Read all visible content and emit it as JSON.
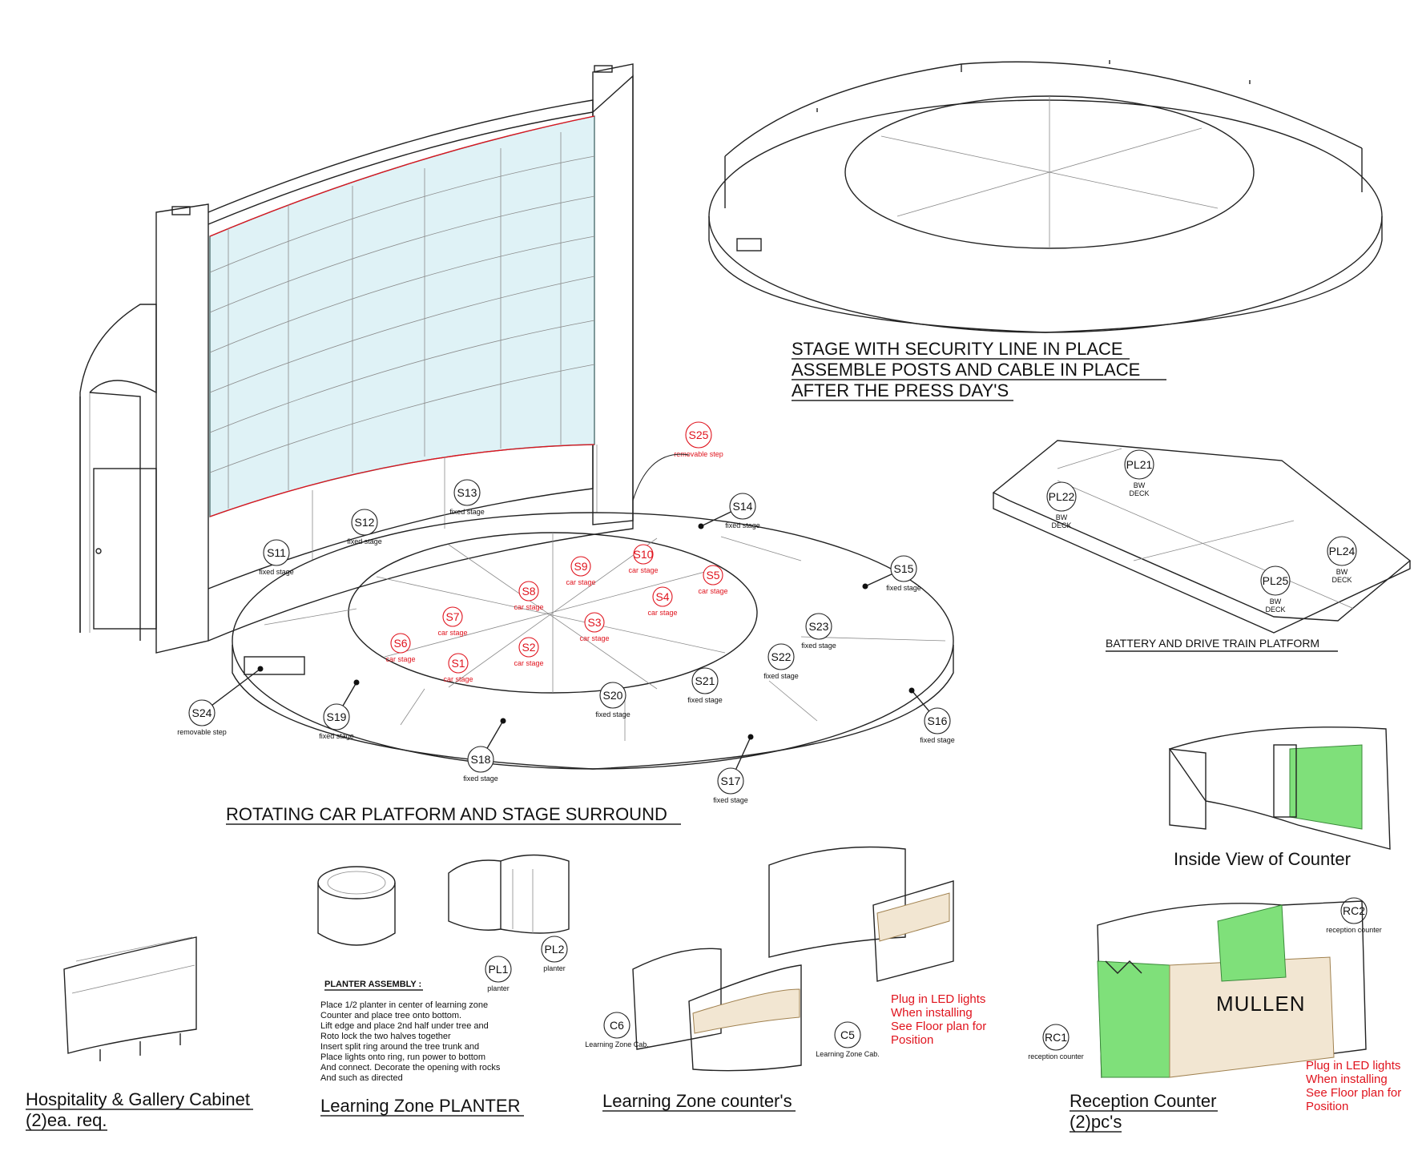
{
  "titles": {
    "stage_security": [
      "STAGE WITH SECURITY LINE IN PLACE",
      "ASSEMBLE POSTS AND CABLE IN PLACE",
      "AFTER THE PRESS DAY'S"
    ],
    "rotating_platform": "ROTATING CAR PLATFORM AND STAGE SURROUND",
    "battery_platform": "BATTERY AND DRIVE TRAIN PLATFORM",
    "inside_view": "Inside View of Counter",
    "hospitality": [
      "Hospitality & Gallery Cabinet",
      "(2)ea. req."
    ],
    "planter": "Learning Zone PLANTER",
    "lz_counters": "Learning Zone counter's",
    "reception": [
      "Reception Counter",
      "(2)pc's"
    ]
  },
  "stage_labels": [
    {
      "id": "S1",
      "sub": "car stage"
    },
    {
      "id": "S2",
      "sub": "car stage"
    },
    {
      "id": "S3",
      "sub": "car stage"
    },
    {
      "id": "S4",
      "sub": "car stage"
    },
    {
      "id": "S5",
      "sub": "car stage"
    },
    {
      "id": "S6",
      "sub": "car stage"
    },
    {
      "id": "S7",
      "sub": "car stage"
    },
    {
      "id": "S8",
      "sub": "car stage"
    },
    {
      "id": "S9",
      "sub": "car stage"
    },
    {
      "id": "S10",
      "sub": "car stage"
    },
    {
      "id": "S11",
      "sub": "fixed stage"
    },
    {
      "id": "S12",
      "sub": "fixed stage"
    },
    {
      "id": "S13",
      "sub": "fixed stage"
    },
    {
      "id": "S14",
      "sub": "fixed stage"
    },
    {
      "id": "S15",
      "sub": "fixed stage"
    },
    {
      "id": "S16",
      "sub": "fixed stage"
    },
    {
      "id": "S17",
      "sub": "fixed stage"
    },
    {
      "id": "S18",
      "sub": "fixed stage"
    },
    {
      "id": "S19",
      "sub": "fixed stage"
    },
    {
      "id": "S20",
      "sub": "fixed stage"
    },
    {
      "id": "S21",
      "sub": "fixed stage"
    },
    {
      "id": "S22",
      "sub": "fixed stage"
    },
    {
      "id": "S23",
      "sub": "fixed stage"
    },
    {
      "id": "S24",
      "sub": "removable step"
    },
    {
      "id": "S25",
      "sub": "removable step"
    }
  ],
  "platform_labels": [
    {
      "id": "PL21",
      "bw": "BW",
      "deck": "DECK"
    },
    {
      "id": "PL22",
      "bw": "BW",
      "deck": "DECK"
    },
    {
      "id": "PL24",
      "bw": "BW",
      "deck": "DECK"
    },
    {
      "id": "PL25",
      "bw": "BW",
      "deck": "DECK"
    }
  ],
  "planter_labels": [
    {
      "id": "PL1",
      "sub": "planter"
    },
    {
      "id": "PL2",
      "sub": "planter"
    }
  ],
  "planter_assembly": {
    "heading": "PLANTER ASSEMBLY :",
    "lines": [
      "Place 1/2 planter in center of learning zone",
      "Counter and place tree onto bottom.",
      "Lift edge and place 2nd half under tree and",
      "Roto lock the two halves together",
      "Insert split ring around the tree trunk and",
      "Place lights onto ring, run power to bottom",
      "And connect. Decorate the opening with rocks",
      "And such as directed"
    ]
  },
  "counter_labels": [
    {
      "id": "C5",
      "sub": "Learning Zone Cab."
    },
    {
      "id": "C6",
      "sub": "Learning Zone Cab."
    },
    {
      "id": "RC1",
      "sub": "reception counter"
    },
    {
      "id": "RC2",
      "sub": "reception counter"
    }
  ],
  "led_note": [
    "Plug in LED lights",
    "When installing",
    "See Floor plan for",
    "Position"
  ],
  "brand_text": "MULLEN",
  "colors": {
    "red": "#e0141e",
    "glass": "#dff2f6",
    "green": "#7fe07a",
    "wood": "#f2e6d2",
    "ink": "#222222"
  }
}
